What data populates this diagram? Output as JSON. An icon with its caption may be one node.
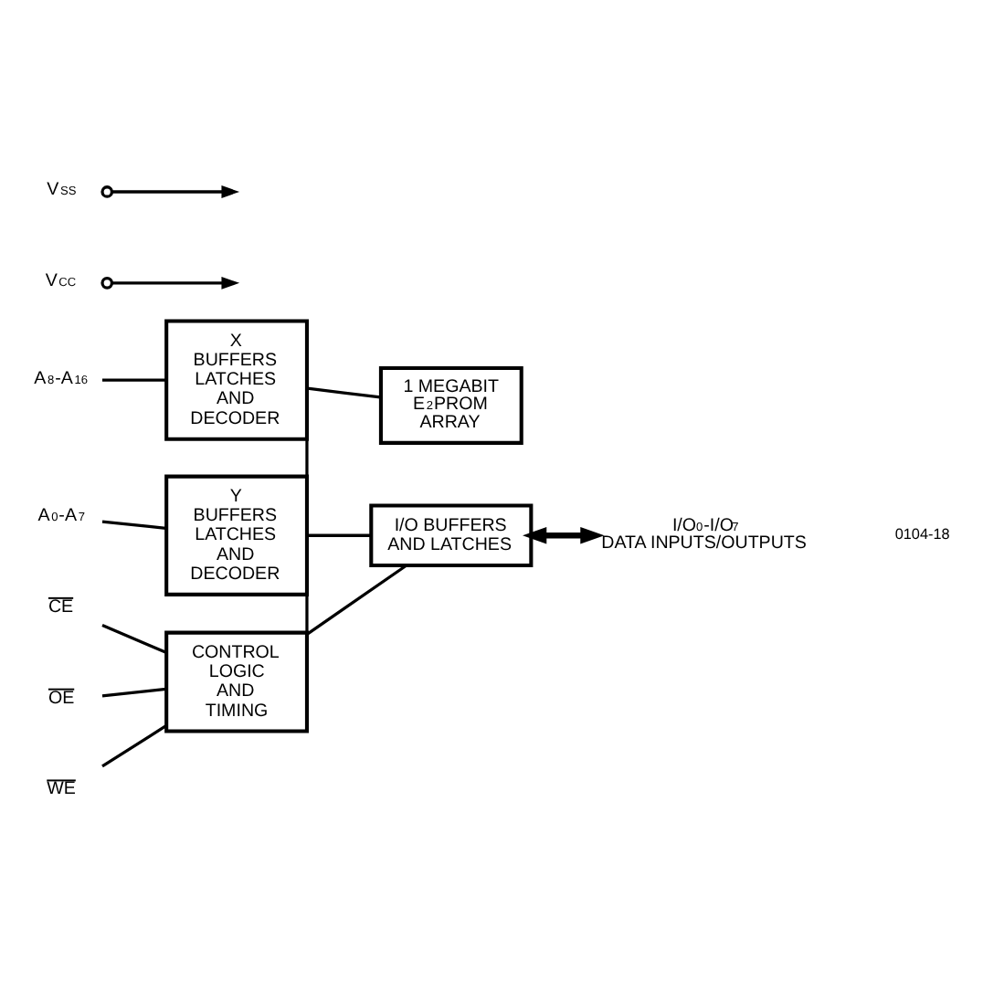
{
  "diagram": {
    "nodes": [
      {
        "text": [
          "X BUFFERS LATCHES AND DECODER"
        ]
      },
      {
        "text": [
          "1 MEGABIT E$^{2}$PROM ARRAY"
        ]
      },
      {
        "text": [
          "Y BUFFERS LATCHES AND DECODER"
        ]
      },
      {
        "text": [
          "I/O BUFFERS AND LATCHES"
        ]
      },
      {
        "text": [
          "CONTROL LOGIC AND TIMING"
        ]
      },
      {
        "text": [
          "A$_{8}$-A$_{16}$"
        ]
      },
      {
        "text": [
          "A$_{0}$-A$_{7}$"
        ]
      },
      {
        "text": [
          "CE"
        ]
      },
      {
        "text": [
          "OE"
        ]
      },
      {
        "text": [
          "WE"
        ]
      },
      {
        "text": [
          "I/O$_{0}$-I/O$_{7}$",
          "DATA INPUTS/OUTPUTS"
        ]
      },
      {
        "text": [
          "V$_{CC}$"
        ]
      },
      {
        "text": [
          "V$_{SS}$"
        ]
      }
    ],
    "edges": [
      {
        "from": 0,
        "to": 1,
        "arrow": "none"
      },
      {
        "from": 0,
        "to": 2,
        "arrow": "none"
      },
      {
        "from": 2,
        "to": 3,
        "arrow": "none"
      },
      {
        "from": 2,
        "to": 4,
        "arrow": "none"
      },
      {
        "from": 4,
        "to": 3,
        "arrow": "none"
      },
      {
        "from": 5,
        "to": 0,
        "arrow": "none"
      },
      {
        "from": 6,
        "to": 2,
        "arrow": "none"
      },
      {
        "from": 7,
        "to": 4,
        "arrow": "none"
      },
      {
        "from": 8,
        "to": 4,
        "arrow": "none"
      },
      {
        "from": 9,
        "to": 4,
        "arrow": "none"
      },
      {
        "from": 3,
        "to": 10,
        "arrow": "both",
        "style": "thick"
      },
      {
        "from": 11,
        "to": null,
        "arrow": "to"
      },
      {
        "from": 12,
        "to": null,
        "arrow": "to"
      }
    ],
    "labels": [
      "0104-18"
    ]
  }
}
